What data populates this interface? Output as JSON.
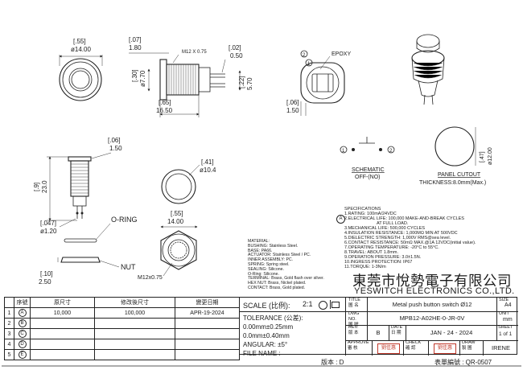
{
  "top_dims": {
    "d1_in": "[.55]",
    "d1_mm": "ø14.00",
    "d2_in": "[.07]",
    "d2_mm": "1.80",
    "thread": "M12 X 0.75",
    "d3_in": "[.02]",
    "d3_mm": "0.50",
    "d4_in": "[.30]",
    "d4_mm": "ø7.70",
    "d5_in": "[.65]",
    "d5_mm": "16.50",
    "d6_in": "[.22]",
    "d6_mm": "5.70",
    "d7_in": "[.06]",
    "d7_mm": "1.50",
    "d8_in": "[.47]",
    "d8_mm": "ø12.00",
    "pin1": "1",
    "pin2": "2",
    "epoxy": "EPOXY"
  },
  "schematic": {
    "title": "SCHEMATIC",
    "subtitle": "OFF-(NO)",
    "p1": "1",
    "p2": "2"
  },
  "panel": {
    "title": "PANEL CUTOUT",
    "thickness": "THICKNESS:8.0mm(Max.)"
  },
  "left_dims": {
    "a_in": "[.06]",
    "a_mm": "1.50",
    "b_in": "[.9]",
    "b_mm": "23.0",
    "c_in": "[.047]",
    "c_mm": "ø1.20",
    "d_in": "[.10]",
    "d_mm": "2.50",
    "oring": "O-RING",
    "nut": "NUT",
    "e_in": "[.41]",
    "e_mm": "ø10.4",
    "f_in": "[.55]",
    "f_mm": "14.00",
    "hexnut": "M12x0.75"
  },
  "specifications": [
    "SPECIFICATIONS",
    "1.RATING: 100mA/24VDC",
    "2.ELECTRICAL LIFE: 100,000 MAKE-AND-BREAK CYCLES",
    "AT FULL LOAD.",
    "3.MECHANICAL LIFE: 500,000  CYCLES",
    "4.INSULATION RESISTANCE: 1,000MΩ MIN AT 500VDC",
    "5.DIELECTRIC STRENGTH: 1,000V RMS@sea level.",
    "6.CONTACT RESISTANCE: 50mΩ MAX.@1A 12VDC(initial value).",
    "7.OPERATING TEMPERATURE: -20°C to 55°C.",
    "8.TRAVEL: ABOUT 1.8mm.",
    "9.OPERATION PRESSURE: 3.0±1.5N.",
    "10.INGRESS PROTECTION: IP67",
    "11.TORQUE: 1-3N/m"
  ],
  "spec_rev_mark": "A",
  "materials": [
    "MATERIAL:",
    "BUSHING: Stainless Steel.",
    "BASE: PA66.",
    "ACTUATOR: Stainless Steel / PC.",
    "INNER ASSEMBLY: PC.",
    "SPRING: Spring steel.",
    "SEALING: Silicone.",
    "O-Ring: Silicone.",
    "TERMINAL: Brass, Gold flash over silver.",
    "HEX NUT: Brass, Nickel plated.",
    "CONTACT: Brass, Gold plated."
  ],
  "company": {
    "cn": "東莞市悅勢電子有限公司",
    "en": "YESWITCH ELECTRONICS CO.,LTD."
  },
  "title_block": {
    "scale_label": "SCALE (比例):",
    "scale_value": "2:1",
    "tolerance_label": "TOLERANCE (公差):",
    "tol1": "0.00mm±0.25mm",
    "tol2": "0.0mm±0.40mm",
    "angular": "ANGULAR: ±5°",
    "file_name": "FILE NAME :",
    "title_en": "TITLE",
    "title_cn": "圖 名",
    "title_value": "Metal push button switch Ø12",
    "size_en": "SIZE",
    "size_cn": "規 格",
    "size_value": "A4",
    "dwg_en": "DWG NO.",
    "dwg_cn": "圖 號",
    "dwg_value": "MPB12-A02HE-0-JR-0V",
    "unit_en": "UNIT",
    "unit_cn": "單位",
    "unit_value": "mm",
    "rev_en": "REV.",
    "rev_cn": "版 本",
    "rev_value": "B",
    "date_en": "DATE",
    "date_cn": "日 期",
    "date_value": "JAN - 24 - 2024",
    "sheet_en": "SHEET",
    "sheet_cn": "張 數",
    "sheet_value": "1 of 1",
    "approve_en": "APPROVE",
    "approve_cn": "審 核",
    "approve_stamp": "劉佳惠",
    "check_en": "CHECK",
    "check_cn": "確 認",
    "check_stamp": "劉佳惠",
    "draw_en": "DRAW",
    "draw_cn": "製 圖",
    "draw_value": "IRENE"
  },
  "revision_table": {
    "headers": [
      "序號",
      "原尺寸",
      "修改後尺寸",
      "變更日期"
    ],
    "rows": [
      {
        "no": "1",
        "mark": "A",
        "orig": "10,000",
        "mod": "100,000",
        "date": "APR-19-2024"
      },
      {
        "no": "2",
        "mark": "B",
        "orig": "",
        "mod": "",
        "date": ""
      },
      {
        "no": "3",
        "mark": "C",
        "orig": "",
        "mod": "",
        "date": ""
      },
      {
        "no": "4",
        "mark": "D",
        "orig": "",
        "mod": "",
        "date": ""
      },
      {
        "no": "5",
        "mark": "E",
        "orig": "",
        "mod": "",
        "date": ""
      }
    ]
  },
  "footer": {
    "version": "版本 : D",
    "form": "表單編號 : QR-0507"
  }
}
